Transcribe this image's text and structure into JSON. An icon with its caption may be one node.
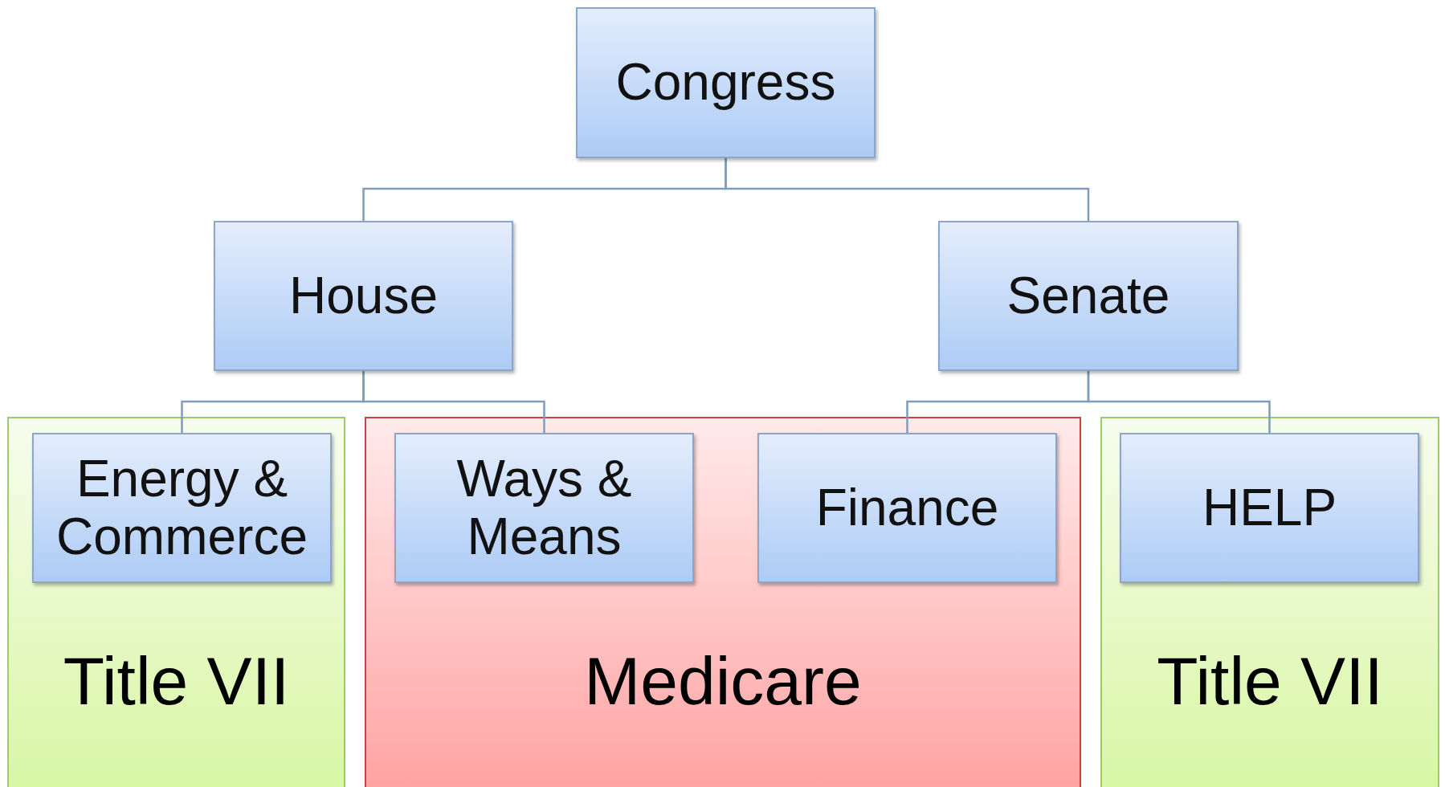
{
  "diagram": {
    "nodes": [
      {
        "text": [
          "Congress"
        ]
      },
      {
        "text": [
          "House"
        ]
      },
      {
        "text": [
          "Senate"
        ]
      },
      {
        "text": [
          "Title VII"
        ]
      },
      {
        "text": [
          "Energy & Commerce"
        ],
        "in": 3
      },
      {
        "text": [
          "Medicare"
        ]
      },
      {
        "text": [
          "Ways & Means"
        ],
        "in": 5
      },
      {
        "text": [
          "Finance"
        ],
        "in": 5
      },
      {
        "text": [
          "Title VII"
        ]
      },
      {
        "text": [
          "HELP"
        ],
        "in": 8
      }
    ],
    "edges": [
      {
        "from": 0,
        "to": 1,
        "arrow": "none"
      },
      {
        "from": 0,
        "to": 2,
        "arrow": "none"
      },
      {
        "from": 1,
        "to": 4,
        "arrow": "none"
      },
      {
        "from": 1,
        "to": 6,
        "arrow": "none"
      },
      {
        "from": 2,
        "to": 7,
        "arrow": "none"
      },
      {
        "from": 2,
        "to": 9,
        "arrow": "none"
      }
    ]
  }
}
